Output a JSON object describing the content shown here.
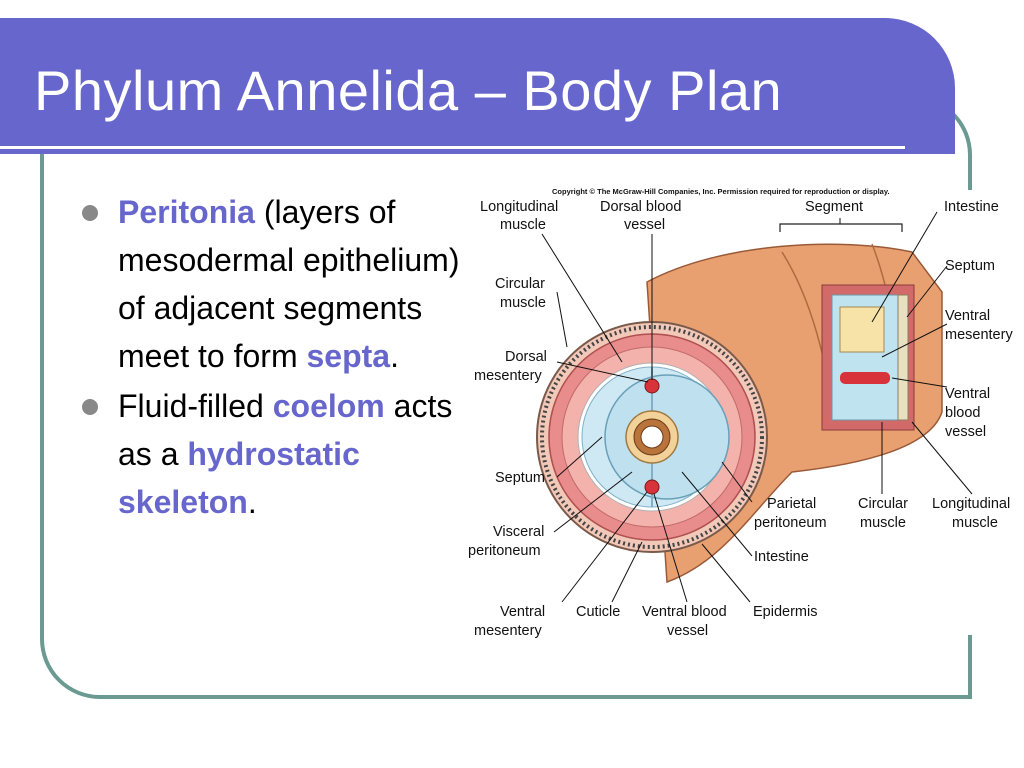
{
  "title": "Phylum Annelida – Body Plan",
  "bullets": [
    {
      "parts": [
        {
          "text": "Peritonia",
          "highlight": true
        },
        {
          "text": " (layers of mesodermal epithelium) of adjacent segments meet to form ",
          "highlight": false
        },
        {
          "text": "septa",
          "highlight": true
        },
        {
          "text": ".",
          "highlight": false
        }
      ]
    },
    {
      "parts": [
        {
          "text": "Fluid-filled ",
          "highlight": false
        },
        {
          "text": "coelom",
          "highlight": true
        },
        {
          "text": " acts as a ",
          "highlight": false
        },
        {
          "text": "hydrostatic skeleton",
          "highlight": true
        },
        {
          "text": ".",
          "highlight": false
        }
      ]
    }
  ],
  "diagram": {
    "copyright": "Copyright © The McGraw-Hill Companies, Inc. Permission required for reproduction or display.",
    "labels": {
      "longitudinal_muscle_1": "Longitudinal",
      "longitudinal_muscle_2": "muscle",
      "dorsal_blood_vessel_1": "Dorsal blood",
      "dorsal_blood_vessel_2": "vessel",
      "segment": "Segment",
      "intestine_top": "Intestine",
      "septum_right": "Septum",
      "ventral_mesentery_right_1": "Ventral",
      "ventral_mesentery_right_2": "mesentery",
      "ventral_blood_vessel_right_1": "Ventral",
      "ventral_blood_vessel_right_2": "blood",
      "ventral_blood_vessel_right_3": "vessel",
      "circular_muscle_left_1": "Circular",
      "circular_muscle_left_2": "muscle",
      "dorsal_mesentery_1": "Dorsal",
      "dorsal_mesentery_2": "mesentery",
      "septum_left": "Septum",
      "visceral_peritoneum_1": "Visceral",
      "visceral_peritoneum_2": "peritoneum",
      "parietal_peritoneum_1": "Parietal",
      "parietal_peritoneum_2": "peritoneum",
      "circular_muscle_bottom_1": "Circular",
      "circular_muscle_bottom_2": "muscle",
      "longitudinal_muscle_bottom_1": "Longitudinal",
      "longitudinal_muscle_bottom_2": "muscle",
      "intestine_bottom": "Intestine",
      "ventral_mesentery_bottom_1": "Ventral",
      "ventral_mesentery_bottom_2": "mesentery",
      "cuticle": "Cuticle",
      "ventral_blood_vessel_bottom_1": "Ventral blood",
      "ventral_blood_vessel_bottom_2": "vessel",
      "epidermis": "Epidermis"
    }
  }
}
